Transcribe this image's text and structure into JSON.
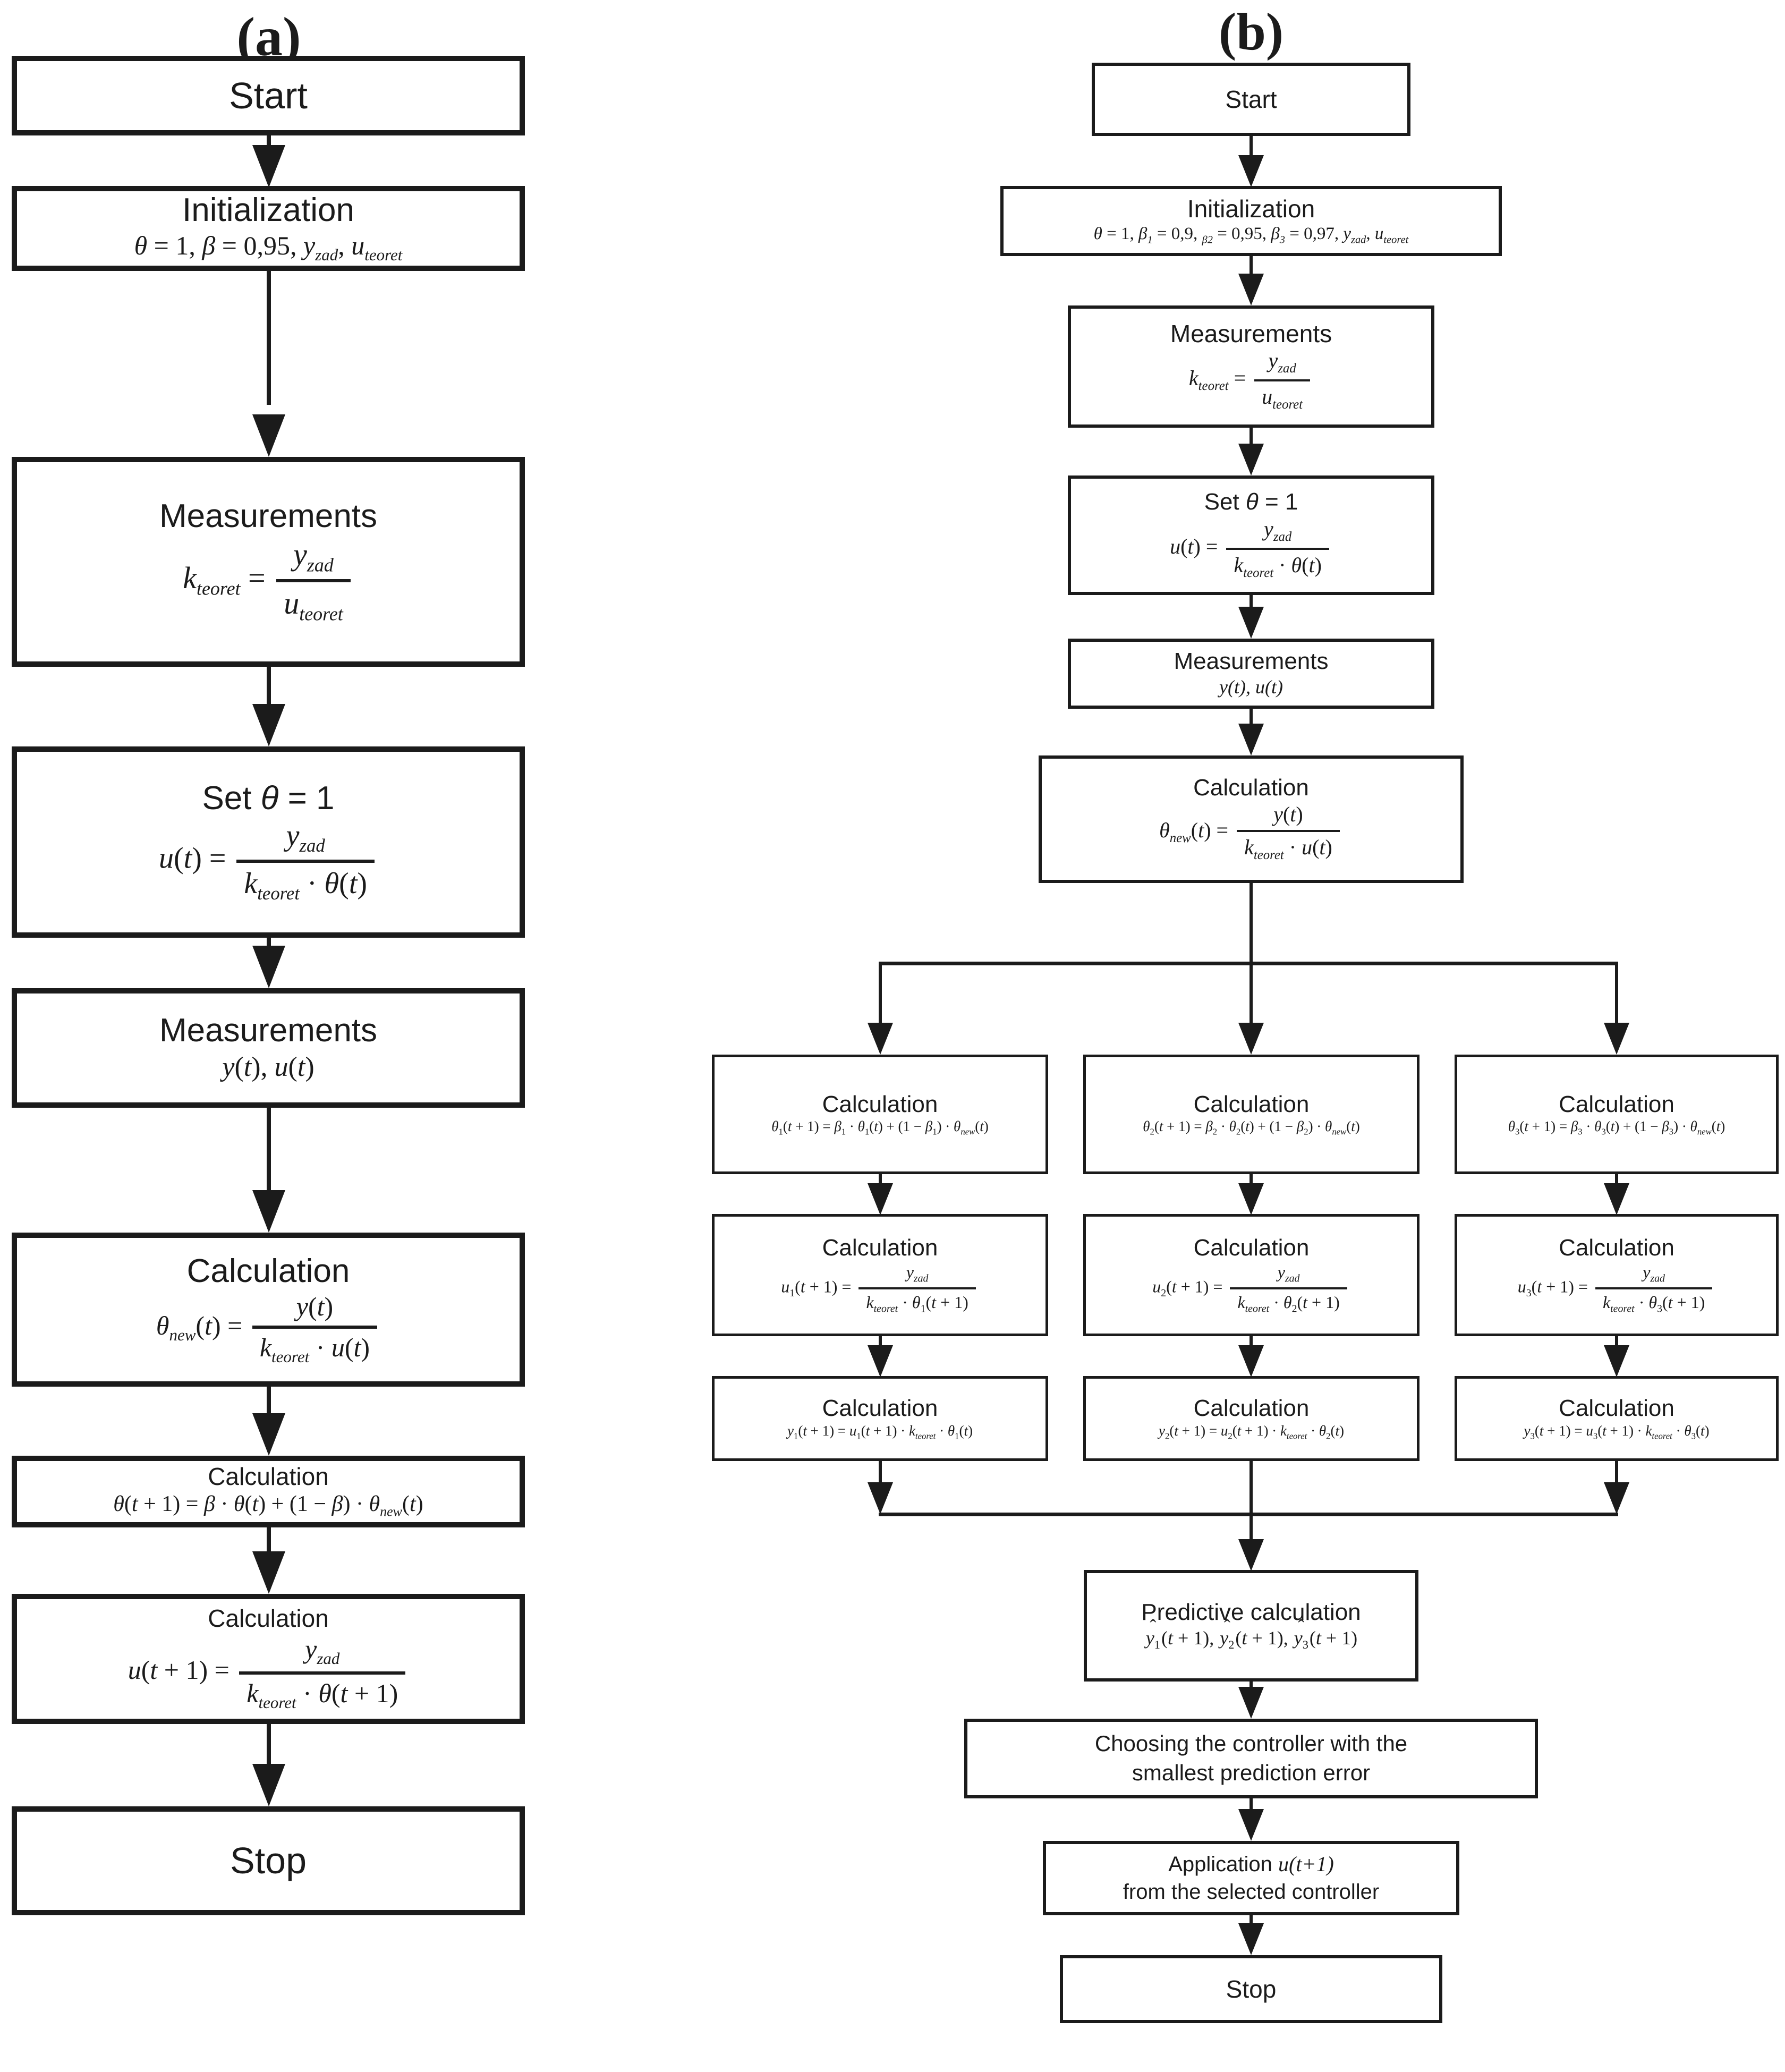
{
  "panel_a": {
    "label": "(a)",
    "nodes": {
      "start": {
        "title": "Start"
      },
      "init": {
        "title": "Initialization",
        "formula": "<i>θ</i> = 1, <i>β</i> = 0,95, <i>y</i><sub><i>zad</i></sub>, <i>u</i><sub><i>teoret</i></sub>"
      },
      "meas1": {
        "title": "Measurements",
        "formula": "<i>k</i><sub><i>teoret</i></sub> = <span class='frac'><span class='num'><i>y</i><sub><i>zad</i></sub></span><span class='den'><i>u</i><sub><i>teoret</i></sub></span></span>"
      },
      "set": {
        "title": "Set <i>θ</i> = 1",
        "formula": "<i>u</i>(<i>t</i>) = <span class='frac'><span class='num'><i>y</i><sub><i>zad</i></sub></span><span class='den'><i>k</i><sub><i>teoret</i></sub> · <i>θ</i>(<i>t</i>)</span></span>"
      },
      "meas2": {
        "title": "Measurements",
        "formula": "<i>y</i>(<i>t</i>), <i>u</i>(<i>t</i>)"
      },
      "calc_new": {
        "title": "Calculation",
        "formula": "<i>θ</i><sub><i>new</i></sub>(<i>t</i>) = <span class='frac'><span class='num'><i>y</i>(<i>t</i>)</span><span class='den'><i>k</i><sub><i>teoret</i></sub> · <i>u</i>(<i>t</i>)</span></span>"
      },
      "calc_theta": {
        "title": "Calculation",
        "formula": "<i>θ</i>(<i>t</i> + 1) = <i>β</i> · <i>θ</i>(<i>t</i>) + (1 − <i>β</i>) · <i>θ</i><sub><i>new</i></sub>(<i>t</i>)"
      },
      "calc_u": {
        "title": "Calculation",
        "formula": "<i>u</i>(<i>t</i> + 1) = <span class='frac'><span class='num'><i>y</i><sub><i>zad</i></sub></span><span class='den'><i>k</i><sub><i>teoret</i></sub> · <i>θ</i>(<i>t</i> + 1)</span></span>"
      },
      "stop": {
        "title": "Stop"
      }
    }
  },
  "panel_b": {
    "label": "(b)",
    "nodes": {
      "start": {
        "title": "Start"
      },
      "init": {
        "title": "Initialization",
        "formula": "<i>θ</i> = 1, <i>β</i><sub><i>1</i></sub> = 0,9, <sub><i>β2</i></sub> = 0,95, <i>β</i><sub><i>3</i></sub> = 0,97, <i>y</i><sub><i>zad</i></sub>, <i>u</i><sub><i>teoret</i></sub>"
      },
      "meas1": {
        "title": "Measurements",
        "formula": "<i>k</i><sub><i>teoret</i></sub> = <span class='frac'><span class='num'><i>y</i><sub><i>zad</i></sub></span><span class='den'><i>u</i><sub><i>teoret</i></sub></span></span>"
      },
      "set": {
        "title": "Set <i>θ</i> = 1",
        "formula": "<i>u</i>(<i>t</i>) = <span class='frac'><span class='num'><i>y</i><sub><i>zad</i></sub></span><span class='den'><i>k</i><sub><i>teoret</i></sub> · <i>θ</i>(<i>t</i>)</span></span>"
      },
      "meas2": {
        "title": "Measurements",
        "formula": "<i>y(t), u(t)</i>"
      },
      "calc_new": {
        "title": "Calculation",
        "formula": "<i>θ</i><sub><i>new</i></sub>(<i>t</i>) = <span class='frac'><span class='num'><i>y</i>(<i>t</i>)</span><span class='den'><i>k</i><sub><i>teoret</i></sub> · <i>u</i>(<i>t</i>)</span></span>"
      }
    },
    "branches": [
      {
        "theta": {
          "title": "Calculation",
          "formula": "<i>θ</i><sub>1</sub>(<i>t</i> + 1) = <i>β</i><sub>1</sub> · <i>θ</i><sub>1</sub>(<i>t</i>) + (1 − <i>β</i><sub>1</sub>) · <i>θ</i><sub><i>new</i></sub>(<i>t</i>)"
        },
        "u": {
          "title": "Calculation",
          "formula": "<i>u</i><sub>1</sub>(<i>t</i> + 1) = <span class='frac'><span class='num'><i>y</i><sub><i>zad</i></sub></span><span class='den'><i>k</i><sub><i>teoret</i></sub> · <i>θ</i><sub>1</sub>(<i>t</i> + 1)</span></span>"
        },
        "y": {
          "title": "Calculation",
          "formula": "<i>y</i><sub>1</sub>(<i>t</i> + 1) = <i>u</i><sub>1</sub>(<i>t</i> + 1) · <i>k</i><sub><i>teoret</i></sub> · <i>θ</i><sub>1</sub>(<i>t</i>)"
        }
      },
      {
        "theta": {
          "title": "Calculation",
          "formula": "<i>θ</i><sub>2</sub>(<i>t</i> + 1) = <i>β</i><sub>2</sub> · <i>θ</i><sub>2</sub>(<i>t</i>) + (1 − <i>β</i><sub>2</sub>) · <i>θ</i><sub><i>new</i></sub>(<i>t</i>)"
        },
        "u": {
          "title": "Calculation",
          "formula": "<i>u</i><sub>2</sub>(<i>t</i> + 1) = <span class='frac'><span class='num'><i>y</i><sub><i>zad</i></sub></span><span class='den'><i>k</i><sub><i>teoret</i></sub> · <i>θ</i><sub>2</sub>(<i>t</i> + 1)</span></span>"
        },
        "y": {
          "title": "Calculation",
          "formula": "<i>y</i><sub>2</sub>(<i>t</i> + 1) = <i>u</i><sub>2</sub>(<i>t</i> + 1) · <i>k</i><sub><i>teoret</i></sub> · <i>θ</i><sub>2</sub>(<i>t</i>)"
        }
      },
      {
        "theta": {
          "title": "Calculation",
          "formula": "<i>θ</i><sub>3</sub>(<i>t</i> + 1) = <i>β</i><sub>3</sub> · <i>θ</i><sub>3</sub>(<i>t</i>) + (1 − <i>β</i><sub>3</sub>) · <i>θ</i><sub><i>new</i></sub>(<i>t</i>)"
        },
        "u": {
          "title": "Calculation",
          "formula": "<i>u</i><sub>3</sub>(<i>t</i> + 1) = <span class='frac'><span class='num'><i>y</i><sub><i>zad</i></sub></span><span class='den'><i>k</i><sub><i>teoret</i></sub> · <i>θ</i><sub>3</sub>(<i>t</i> + 1)</span></span>"
        },
        "y": {
          "title": "Calculation",
          "formula": "<i>y</i><sub>3</sub>(<i>t</i> + 1) = <i>u</i><sub>3</sub>(<i>t</i> + 1) · <i>k</i><sub><i>teoret</i></sub> · <i>θ</i><sub>3</sub>(<i>t</i>)"
        }
      }
    ],
    "predictive": {
      "title": "Predictive calculation",
      "formula": "<span class='hat'><i>y</i><sub>1</sub></span>(<i>t</i> + 1), <span class='hat'><i>y</i><sub>2</sub></span>(<i>t</i> + 1), <span class='hat'><i>y</i><sub>3</sub></span>(<i>t</i> + 1)"
    },
    "choosing": {
      "text": "Choosing the controller with the<br>smallest prediction error"
    },
    "application": {
      "text": "Application <i>u(t+1)</i><br>from the selected controller"
    },
    "stop": {
      "title": "Stop"
    }
  }
}
